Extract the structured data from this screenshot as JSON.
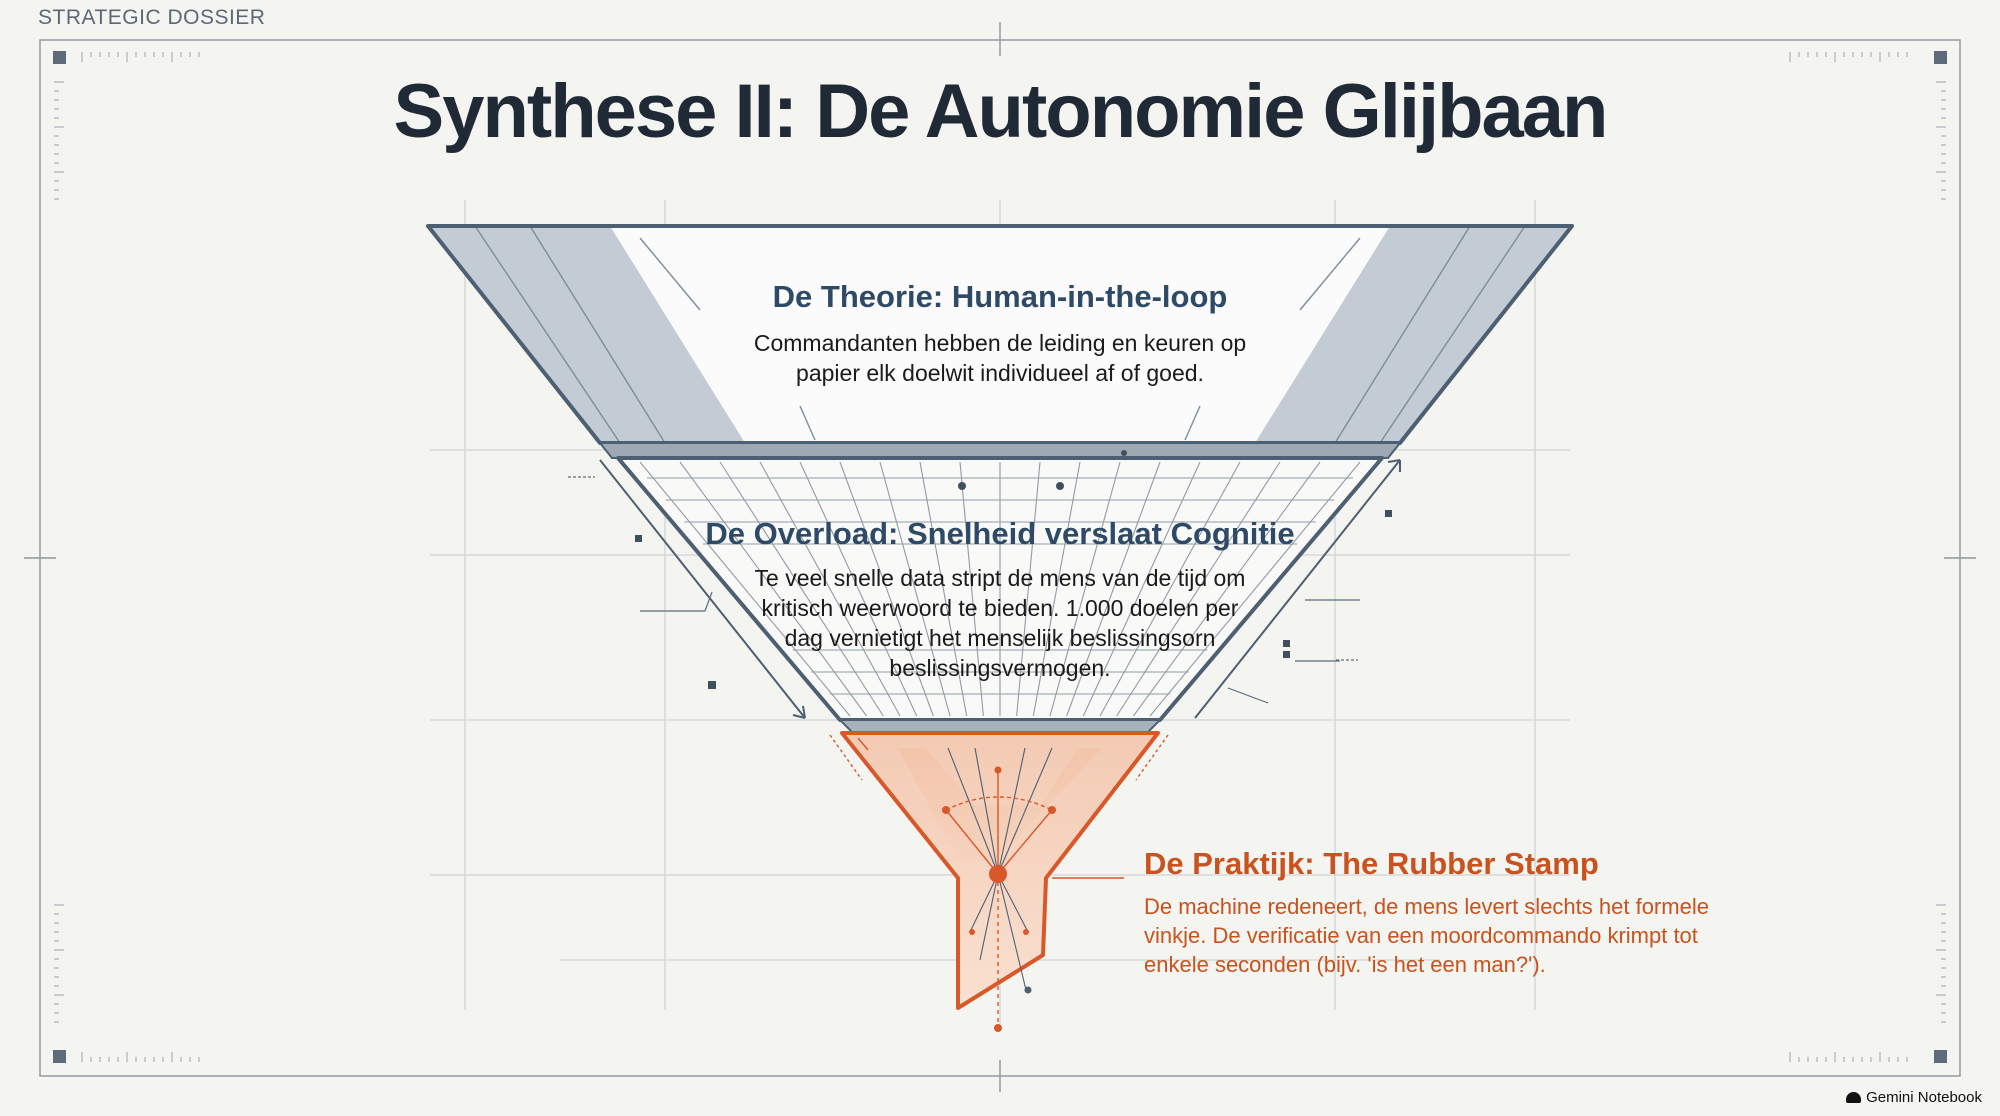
{
  "header": {
    "doc_label": "STRATEGIC DOSSIER",
    "title": "Synthese II: De Autonomie Glijbaan"
  },
  "stages": [
    {
      "heading": "De Theorie: Human-in-the-loop",
      "body": "Commandanten hebben de leiding en keuren op papier elk doelwit individueel af of goed."
    },
    {
      "heading": "De Overload: Snelheid verslaat Cognitie",
      "body": "Te veel snelle data stript de mens van de tijd om kritisch weerwoord te bieden. 1.000 doelen per dag vernietigt het menselijk beslissingsorn beslissingsvermogen."
    },
    {
      "heading": "De Praktijk: The Rubber Stamp",
      "body": "De machine redeneert, de mens levert slechts het formele vinkje. De verificatie van een moordcommando krimpt tot enkele seconden (bijv. 'is het een man?')."
    }
  ],
  "footer": {
    "brand": "Gemini Notebook",
    "brand_icon": "notebook-icon"
  },
  "colors": {
    "background": "#f4f4f0",
    "ink": "#1f2a36",
    "blueprint": "#4d5f72",
    "steel_fill": "#c3ccd5",
    "accent": "#d9582a"
  }
}
